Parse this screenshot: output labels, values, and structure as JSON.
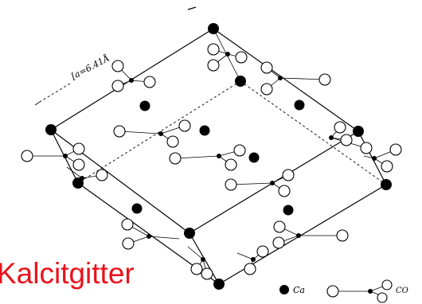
{
  "title": "Kalcitgitter",
  "lattice_dimension_label": "[a=6.41Å",
  "legend": {
    "ca_label": "Ca",
    "co3_label": "CO"
  },
  "colors": {
    "title": "#e8141d",
    "lines": "#000000",
    "background": "#ffffff"
  }
}
